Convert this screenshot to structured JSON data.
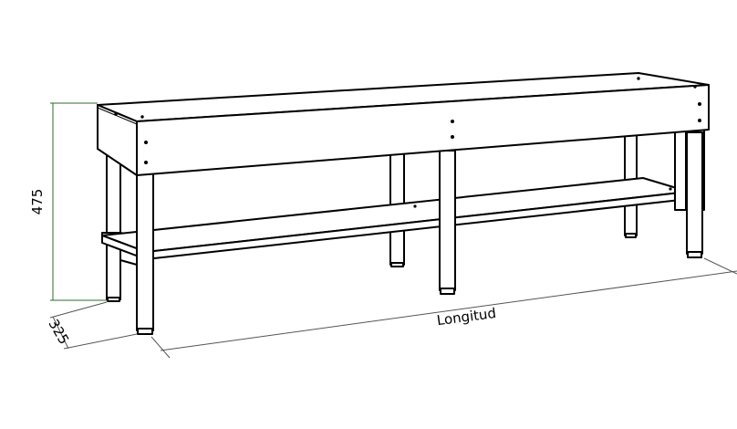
{
  "dimensions": {
    "height": {
      "label": "475"
    },
    "depth": {
      "label": "325"
    },
    "length": {
      "label": "Longitud"
    }
  },
  "colors": {
    "outline": "#000000",
    "fill": "#ffffff",
    "height_dimension_line": "#2e6b2e",
    "dimension_line": "#555555"
  }
}
